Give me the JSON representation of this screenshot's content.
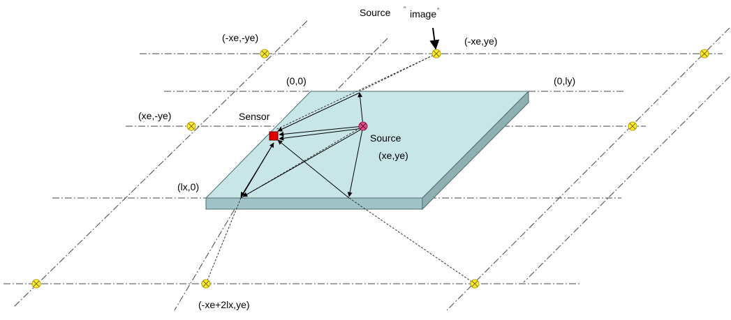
{
  "labels": {
    "source_image_prefix": "Source",
    "source_image_quote_open": "”",
    "source_image_word": "image",
    "source_image_quote_close": "”",
    "img_top_left": "(-xe,-ye)",
    "img_top_mid": "(-xe,ye)",
    "corner_00": "(0,0)",
    "corner_0ly": "(0,ly)",
    "img_mid_left": "(xe,-ye)",
    "sensor": "Sensor",
    "source": "Source",
    "source_coords": "(xe,ye)",
    "corner_lx0": "(lx,0)",
    "img_bottom": "(-xe+2lx,ye)"
  },
  "colors": {
    "plate_top": "#c8e6e8",
    "plate_front": "#9fc3c6",
    "plate_side": "#8fb0b3",
    "image_source_fill": "#ffee33",
    "image_source_stroke": "#b39b00",
    "sensor": "#e00000",
    "source_fill": "#e0508c",
    "line": "#333333"
  }
}
